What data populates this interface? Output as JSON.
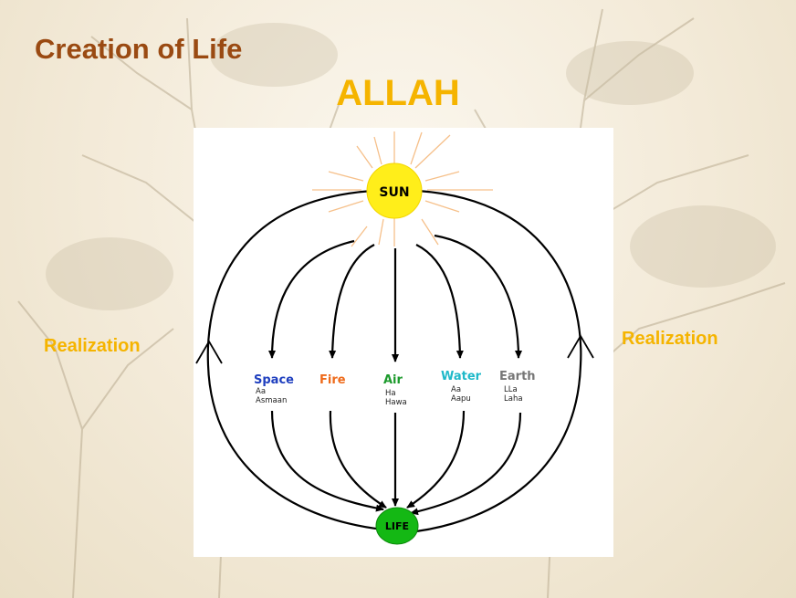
{
  "slide": {
    "title": "Creation of Life",
    "subtitle": "ALLAH",
    "left_label": "Realization",
    "right_label": "Realization"
  },
  "diagram": {
    "top_node": "SUN",
    "bottom_node": "LIFE",
    "elements": [
      {
        "name": "Space",
        "line1": "Aa",
        "line2": "Asmaan",
        "color": "#1f3fbf"
      },
      {
        "name": "Fire",
        "line1": "",
        "line2": "",
        "color": "#ee6a1a"
      },
      {
        "name": "Air",
        "line1": "Ha",
        "line2": "Hawa",
        "color": "#1c9a2c"
      },
      {
        "name": "Water",
        "line1": "Aa",
        "line2": "Aapu",
        "color": "#1fb9c9"
      },
      {
        "name": "Earth",
        "line1": "LLa",
        "line2": "Laha",
        "color": "#777777"
      }
    ],
    "colors": {
      "sun": "#ffee1a",
      "rays": "#f6c08a",
      "life": "#14b814",
      "title": "#9a4a12",
      "accent": "#f5b400"
    }
  }
}
